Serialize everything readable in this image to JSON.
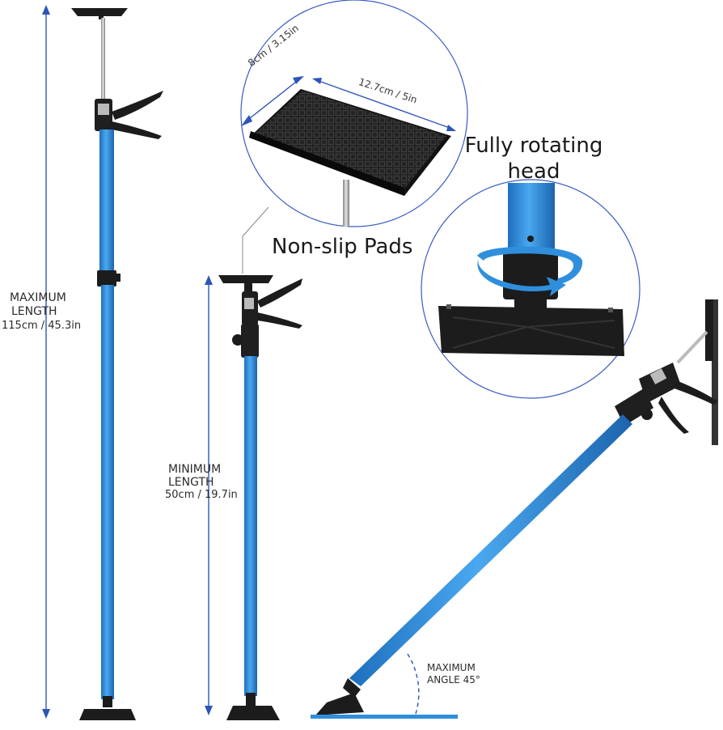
{
  "labels": {
    "max_length_line1": "MAXIMUM",
    "max_length_line2": "LENGTH",
    "max_length_value": "115cm / 45.3in",
    "min_length_line1": "MINIMUM",
    "min_length_line2": "LENGTH",
    "min_length_value": "50cm / 19.7in",
    "pad_width": "8cm / 3.15in",
    "pad_length": "12.7cm / 5in",
    "non_slip": "Non-slip Pads",
    "rotating_line1": "Fully rotating",
    "rotating_line2": "head",
    "max_angle_line1": "MAXIMUM",
    "max_angle_line2": "ANGLE 45°"
  },
  "colors": {
    "pole_blue": "#2f8fdc",
    "pole_blue_dark": "#1c6fb8",
    "dimension_arrow": "#2d55b8",
    "black_part": "#1c1c1c",
    "circle_outline": "#3a5cc4"
  },
  "icons": {
    "rotation": "rotation-arrow-icon"
  }
}
